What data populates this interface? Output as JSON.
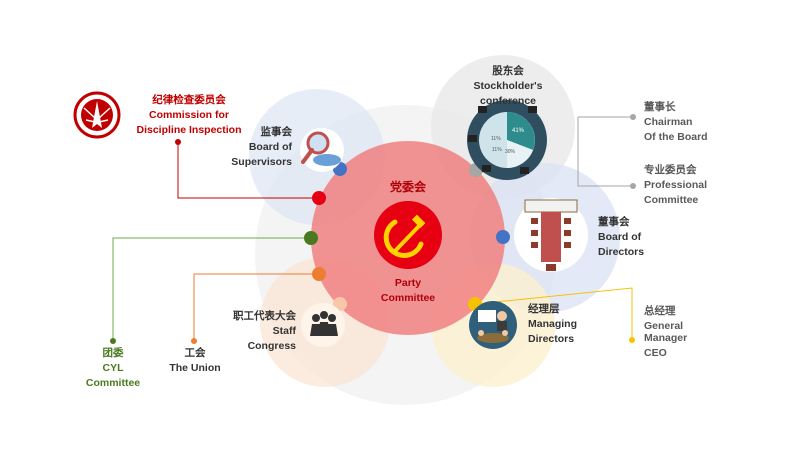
{
  "center": {
    "cn": "党委会",
    "en1": "Party",
    "en2": "Committee"
  },
  "nodes": {
    "discipline": {
      "cn": "纪律检查委员会",
      "en1": "Commission for",
      "en2": "Discipline Inspection"
    },
    "supervisors": {
      "cn": "监事会",
      "en1": "Board of",
      "en2": "Supervisors"
    },
    "stockholders": {
      "cn": "股东会",
      "en1": "Stockholder's",
      "en2": "conference"
    },
    "chairman": {
      "cn": "董事长",
      "en1": "Chairman",
      "en2": "Of the Board"
    },
    "professional": {
      "cn": "专业委员会",
      "en1": "Professional",
      "en2": "Committee"
    },
    "directors": {
      "cn": "董事会",
      "en1": "Board of",
      "en2": "Directors"
    },
    "general_manager": {
      "cn": "总经理",
      "en1": "General",
      "en2": "Manager",
      "en3": "CEO"
    },
    "managing": {
      "cn": "经理层",
      "en1": "Managing",
      "en2": "Directors"
    },
    "staff": {
      "cn": "职工代表大会",
      "en1": "Staff",
      "en2": "Congress"
    },
    "union": {
      "cn": "工会",
      "en1": "The Union"
    },
    "cyl": {
      "cn": "团委",
      "en1": "CYL",
      "en2": "Committee"
    }
  },
  "pie_labels": [
    "41%",
    "11%",
    "11%",
    "30%"
  ],
  "colors": {
    "party_red": "#e60012",
    "discipline_red": "#c00000",
    "cyl_green": "#4a7a1f",
    "union_orange": "#ed7d31",
    "directors_blue": "#4472c4",
    "managing_gold": "#f5c200",
    "stock_gray": "#a6a6a6"
  }
}
